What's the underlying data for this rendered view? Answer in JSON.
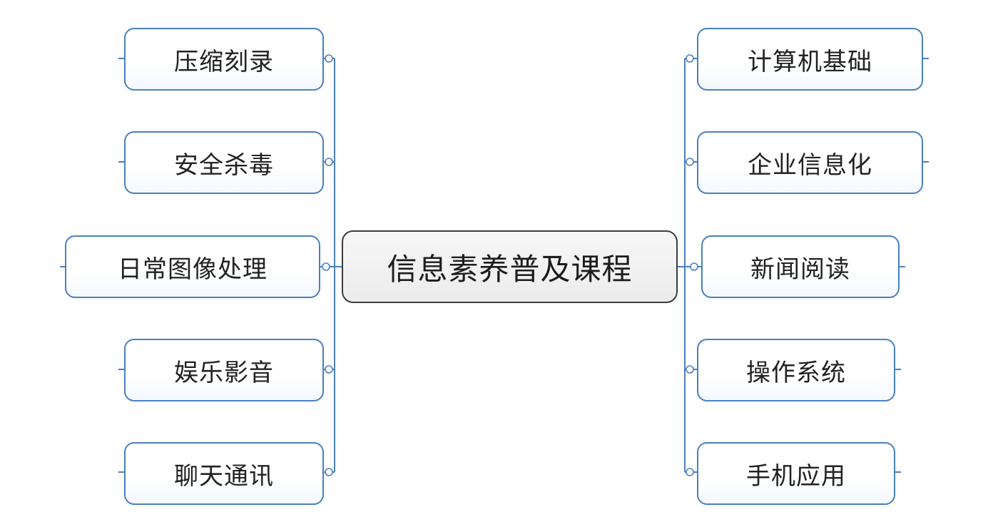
{
  "central_topic": "信息素养普及课程",
  "left_topics": [
    "压缩刻录",
    "安全杀毒",
    "日常图像处理",
    "娱乐影音",
    "聊天通讯"
  ],
  "right_topics": [
    "计算机基础",
    "企业信息化",
    "新闻阅读",
    "操作系统",
    "手机应用"
  ],
  "colors": {
    "node_border": "#4a7fc0",
    "central_border": "#3c3c3c",
    "connector": "#4a7fc0",
    "central_fill": "#eeeeee"
  }
}
